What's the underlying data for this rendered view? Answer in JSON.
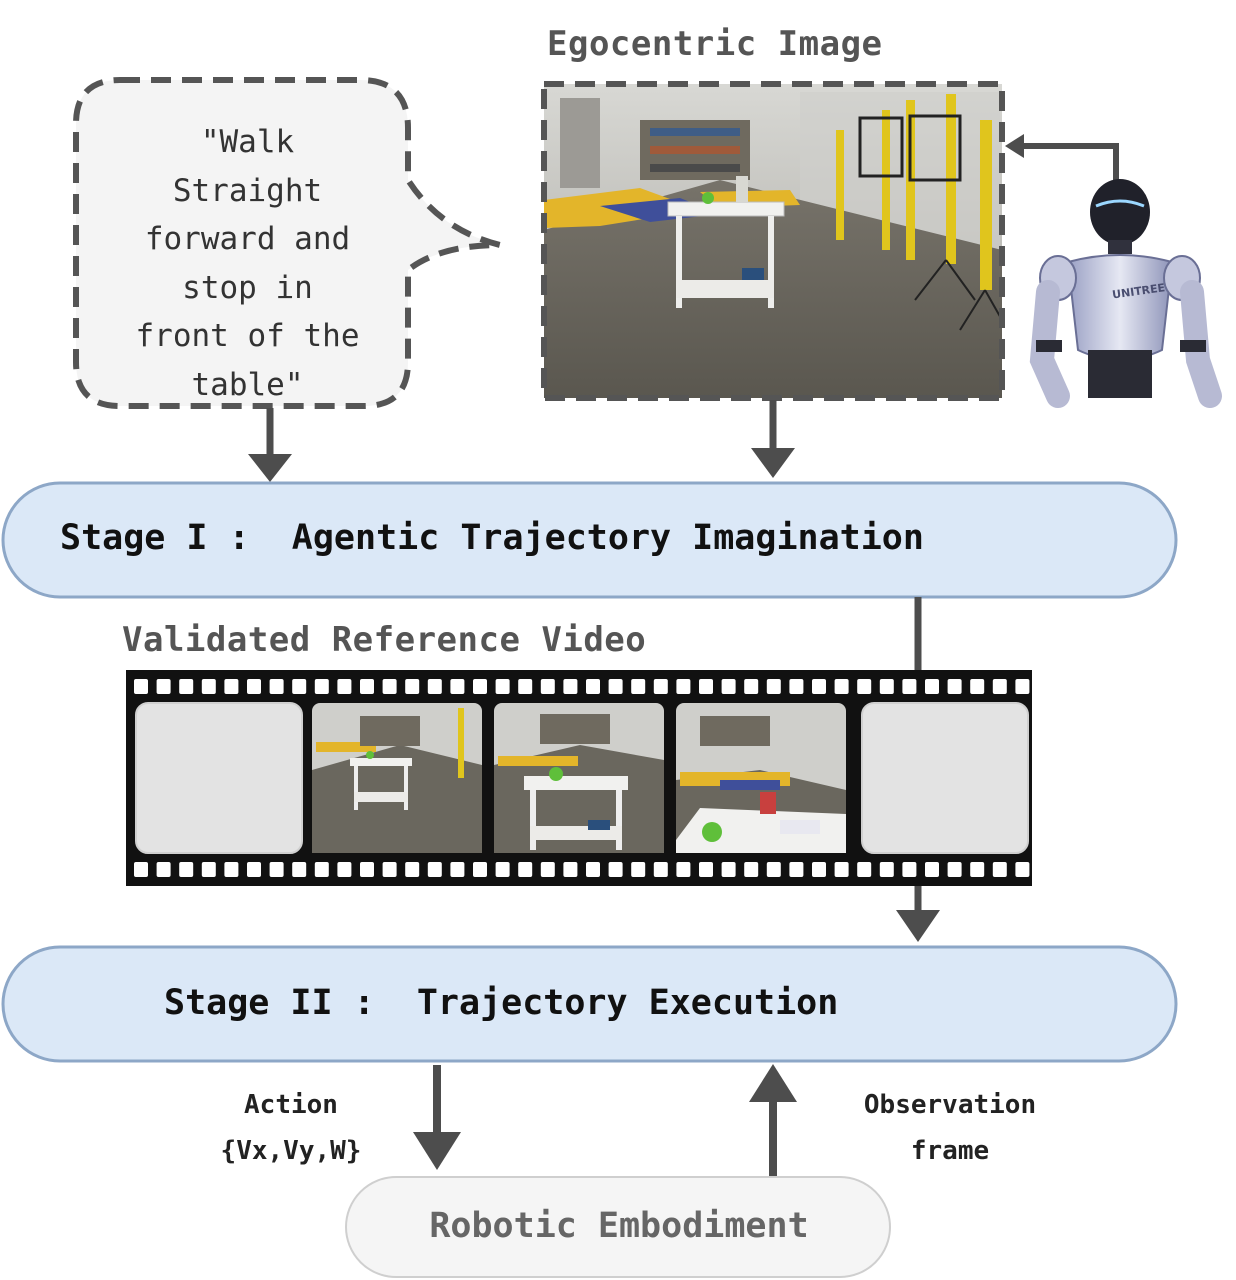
{
  "instruction": {
    "text": "\"Walk\nStraight\nforward and\nstop in\nfront of the\ntable\""
  },
  "egocentric": {
    "title": "Egocentric Image",
    "robot_brand": "UNITREE"
  },
  "stage1": {
    "label": "Stage I :  Agentic Trajectory Imagination"
  },
  "video": {
    "title": "Validated Reference Video",
    "frames": [
      "blank",
      "far-view",
      "mid-view",
      "close-view",
      "blank"
    ]
  },
  "stage2": {
    "label": "Stage II :  Trajectory Execution"
  },
  "action": {
    "line1": "Action",
    "line2": "{Vx,Vy,W}"
  },
  "observation": {
    "line1": "Observation",
    "line2": "frame"
  },
  "embodiment": {
    "label": "Robotic Embodiment"
  },
  "colors": {
    "stage_fill": "#dbe8f7",
    "stage_stroke": "#8da7c7",
    "arrow": "#4d4d4d",
    "bubble_fill": "#f4f4f4",
    "bubble_stroke": "#555555",
    "film": "#111111",
    "embodiment_fill": "#f5f5f5",
    "embodiment_stroke": "#cfcfcf"
  }
}
